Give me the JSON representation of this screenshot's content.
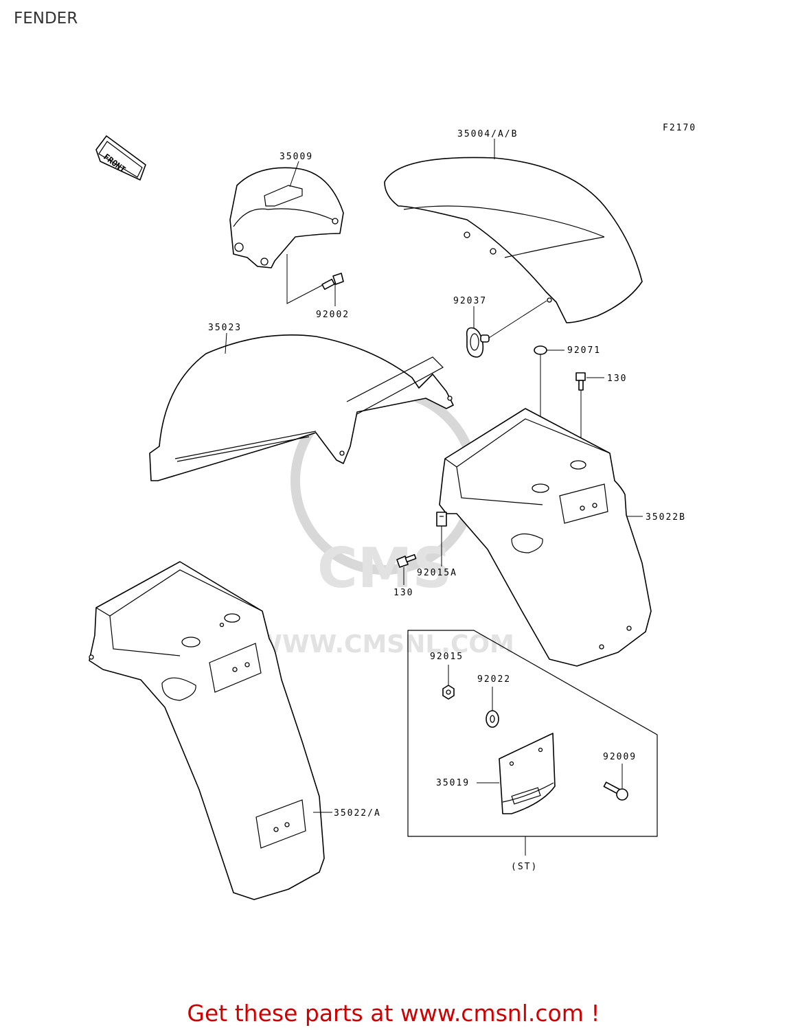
{
  "page_title": "FENDER",
  "diagram_code": "F2170",
  "front_marker": "FRONT",
  "watermark": {
    "brand": "CMS",
    "url": "WWW.CMSNL.COM"
  },
  "parts": [
    {
      "ref": "35009"
    },
    {
      "ref": "35004/A/B"
    },
    {
      "ref": "92002"
    },
    {
      "ref": "92037"
    },
    {
      "ref": "35023"
    },
    {
      "ref": "92071"
    },
    {
      "ref": "130"
    },
    {
      "ref": "35022B"
    },
    {
      "ref": "92015A"
    },
    {
      "ref": "130"
    },
    {
      "ref": "35022/A"
    },
    {
      "ref": "92015"
    },
    {
      "ref": "92022"
    },
    {
      "ref": "92009"
    },
    {
      "ref": "35019"
    }
  ],
  "kit_label": "(ST)",
  "footer_link": "Get these parts at www.cmsnl.com !",
  "colors": {
    "footer": "#d10000",
    "line": "#000000",
    "watermark": "#d8d8d8"
  }
}
